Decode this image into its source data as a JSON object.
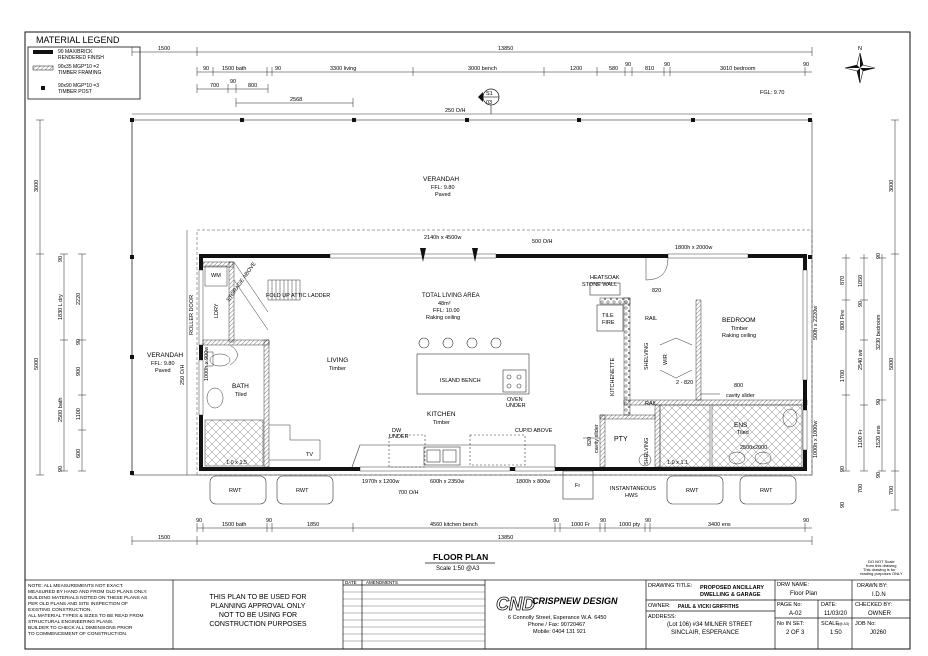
{
  "legend": {
    "title": "MATERIAL LEGEND",
    "items": [
      {
        "line1": "90 MAX/BRICK",
        "line2": "RENDERED FINISH",
        "icon": "solid-wall-swatch"
      },
      {
        "line1": "90x35 MGP*10 =2",
        "line2": "TIMBER FRAMING",
        "icon": "hatched-wall-swatch"
      },
      {
        "line1": "90x90 MGP*10 =3",
        "line2": "TIMBER POST",
        "icon": "post-square"
      }
    ]
  },
  "dims_top": {
    "overall_left": "1500",
    "overall": "13850",
    "row2": [
      "90",
      "1500 bath",
      "90",
      "3300 living",
      "3000 bench",
      "1200",
      "580",
      "90",
      "810",
      "90",
      "3010 bedroom",
      "90"
    ],
    "row3": [
      "700",
      "90",
      "800"
    ],
    "row4": "2568",
    "fgl": "FGL: 9.70"
  },
  "section_marker": {
    "top": "S1",
    "bottom": "03"
  },
  "verandah_top": {
    "oh": "250 O/H",
    "title": "VERANDAH",
    "ffl": "FFL: 9.80",
    "finish": "Paved"
  },
  "verandah_left": {
    "title": "VERANDAH",
    "ffl": "FFL: 9.80",
    "finish": "Paved",
    "oh": "250 O/H"
  },
  "rooms": {
    "living_area": {
      "title": "TOTAL LIVING AREA",
      "area": "48m²",
      "ffl": "FFL: 10.00",
      "ceiling": "Raking ceiling"
    },
    "living": {
      "title": "LIVING",
      "finish": "Timber"
    },
    "kitchen": {
      "title": "KITCHEN",
      "finish": "Timber"
    },
    "bedroom": {
      "title": "BEDROOM",
      "finish": "Timber",
      "ceiling": "Raking ceiling"
    },
    "bath": {
      "title": "BATH",
      "finish": "Tiled"
    },
    "ens": {
      "title": "ENS",
      "finish": "Tiled"
    },
    "pty": {
      "title": "PTY"
    }
  },
  "labels": {
    "wm": "WM",
    "ldry": "LDRY",
    "storage": "STORAGE ABOVE",
    "ladder": "FOLD UP ATTIC LADDER",
    "roller": "ROLLER DOOR",
    "window_top_left": "2140h x 4500w",
    "oh_500": "500 O/H",
    "window_top_right": "1800h x 2000w",
    "heatsoak1": "HEATSOAK",
    "heatsoak2": "STONE WALL",
    "d820": "820",
    "tile1": "TILE",
    "tile2": "FIRE",
    "rail1": "RAIL",
    "rail2": "RAIL",
    "shelving1": "SHELVING",
    "shelving2": "SHELVING",
    "wir": "WIR",
    "d2820": "2 - 820",
    "d800": "800",
    "cavity": "cavity slider",
    "kitchenette": "KITCHENETTE",
    "island": "ISLAND BENCH",
    "oven1": "OVEN",
    "oven2": "UNDER",
    "dw1": "DW",
    "dw2": "UNDER",
    "cupd": "CUP/D ABOVE",
    "tv": "TV",
    "d1970": "1970h x 1200w",
    "d600": "600h x 2350w",
    "d1800b": "1800h x 800w",
    "oh700": "700 O/H",
    "fr": "Fr",
    "instant1": "INSTANTANEOUS",
    "instant2": "HWS",
    "rwt": "RWT",
    "win1000": "1000h x 900w",
    "d820b": "820",
    "cavity2": "cavity slider",
    "shower1": "1.0 x 1.5",
    "shower2": "1.0 x 1.1",
    "sink": "2500x2000",
    "win_right": "1000h x 1000w",
    "win_right2": "500h x 2220w"
  },
  "dims_bottom": {
    "row1": [
      "90",
      "1500 bath",
      "90",
      "1850",
      "4560 kitchen bench",
      "90",
      "1000 Fr",
      "90",
      "1000 pty",
      "90",
      "3400 ens",
      "90"
    ],
    "overall_left": "1500",
    "overall": "13850"
  },
  "dims_left": [
    "3000",
    "1830 L dry",
    "2220",
    "5000",
    "900",
    "2500 bath",
    "1100",
    "600",
    "90",
    "90",
    "90"
  ],
  "dims_right": [
    "3000",
    "90",
    "870",
    "1050",
    "90",
    "800 Fire",
    "3230 bedroom",
    "1700",
    "2540 wir",
    "90",
    "1100 Fr",
    "1520 ens",
    "90",
    "5000",
    "700",
    "90",
    "700",
    "90"
  ],
  "drawing_title": {
    "title": "FLOOR PLAN",
    "scale": "Scale 1:50 @A3"
  },
  "do_not_scale": [
    "DO NOT Scale",
    "from this drawing",
    "This drawing is for",
    "reading purposes ONLY"
  ],
  "north": "N",
  "notes": [
    "NOTE: ALL MEASUREMENTS NOT EXACT.",
    "MEASURED BY HAND AND FROM OLD PLANS ONLY.",
    "BUILDING MATERIALS NOTED ON THESE PLANS AS",
    "PER OLD PLANS AND SITE INSPECTION OF",
    "EXISTING CONSTRUCTION.",
    "ALL MATERIAL TYPES & SIZES TO BE READ FROM",
    "STRUCTURAL ENGINEERING PLANS.",
    "BUILDER TO CHECK ALL DIMENSIONS PRIOR",
    "TO COMMENCEMENT OF CONSTRUCTION."
  ],
  "planning": [
    "THIS PLAN TO BE USED FOR",
    "PLANNING APPROVAL ONLY",
    "NOT TO BE USING FOR",
    "CONSTRUCTION PURPOSES"
  ],
  "amend": {
    "date": "DATE",
    "amendments": "AMENDMENTS"
  },
  "company": {
    "logo": "CND",
    "name": "CRISPNEW DESIGN",
    "addr": "6 Connolly Street, Esperance W.A. 6450",
    "phone": "Phone / Fax:  90720467",
    "mobile": "Mobile: 0404 131 921"
  },
  "title_block": {
    "drawing_title_label": "DRAWING TITLE:",
    "drawing_title_1": "PROPOSED ANCILLARY",
    "drawing_title_2": "DWELLING & GARAGE",
    "owner_label": "OWNER:",
    "owner": "PAUL & VICKI GRIFFITHS",
    "address_label": "ADDRESS:",
    "address_1": "(Lot 106) #34 MILNER STREET",
    "address_2": "SINCLAIR, ESPERANCE",
    "drw_name_label": "DRW NAME:",
    "drw_name": "Floor Plan",
    "drawn_by_label": "DRAWN BY:",
    "drawn_by": "I.D.N",
    "page_no_label": "PAGE No:",
    "page_no": "A-02",
    "date_label": "DATE:",
    "date": "11/03/20",
    "checked_label": "CHECKED BY:",
    "checked": "OWNER",
    "no_in_set_label": "No IN SET:",
    "no_in_set": "2 OF 3",
    "scale_label": "SCALE",
    "scale_sub": "(@ A3)",
    "scale": "1:50",
    "job_label": "JOB No:",
    "job": "J0260"
  }
}
